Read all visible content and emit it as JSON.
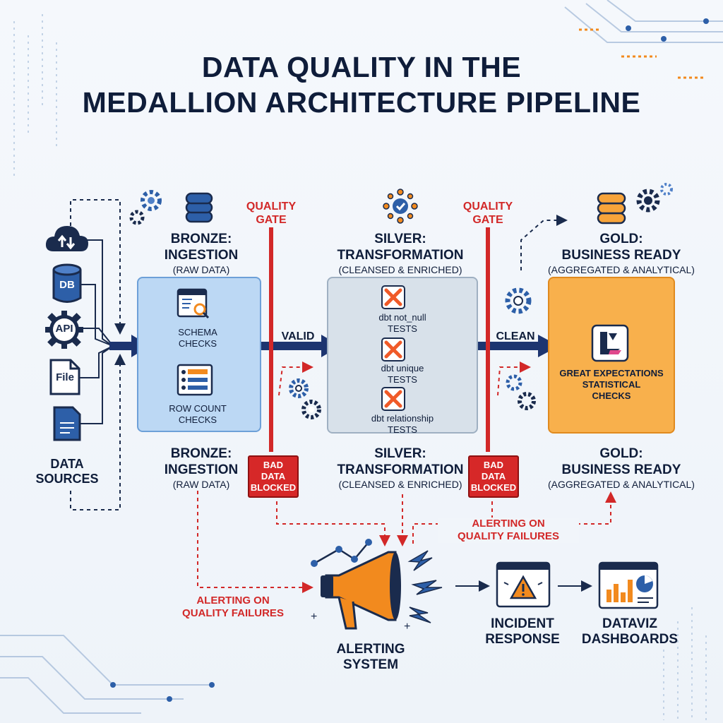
{
  "title": {
    "line1": "DATA QUALITY IN THE",
    "line2": "MEDALLION ARCHITECTURE PIPELINE"
  },
  "sources": {
    "db": "DB",
    "api": "API",
    "file": "File",
    "label": "DATA\nSOURCES"
  },
  "bronze": {
    "heading": "BRONZE:\nINGESTION",
    "sub": "(RAW DATA)",
    "checks": [
      "SCHEMA\nCHECKS",
      "ROW COUNT\nCHECKS"
    ]
  },
  "silver": {
    "heading": "SILVER:\nTRANSFORMATION",
    "sub": "(CLEANSED & ENRICHED)",
    "tests": [
      "dbt not_null\nTESTS",
      "dbt unique\nTESTS",
      "dbt relationship\nTESTS"
    ]
  },
  "gold": {
    "heading": "GOLD:\nBUSINESS READY",
    "sub": "(AGGREGATED & ANALYTICAL)",
    "check": "GREAT EXPECTATIONS\nSTATISTICAL\nCHECKS"
  },
  "gates": {
    "label": "QUALITY\nGATE",
    "valid": "VALID",
    "clean": "CLEAN",
    "bad": "BAD\nDATA\nBLOCKED"
  },
  "alerting": {
    "failures": "ALERTING ON\nQUALITY FAILURES",
    "system": "ALERTING\nSYSTEM",
    "incident": "INCIDENT\nRESPONSE",
    "dashboards": "DATAVIZ\nDASHBOARDS"
  },
  "colors": {
    "navy": "#1a2b4d",
    "arrow": "#1d3570",
    "red": "#d22828",
    "bronze_panel": "#bcd8f4",
    "silver_panel": "#d8e1ea",
    "gold_panel": "#f8b04c",
    "orange": "#f28a1e",
    "blue_icon": "#2d5fa8"
  }
}
